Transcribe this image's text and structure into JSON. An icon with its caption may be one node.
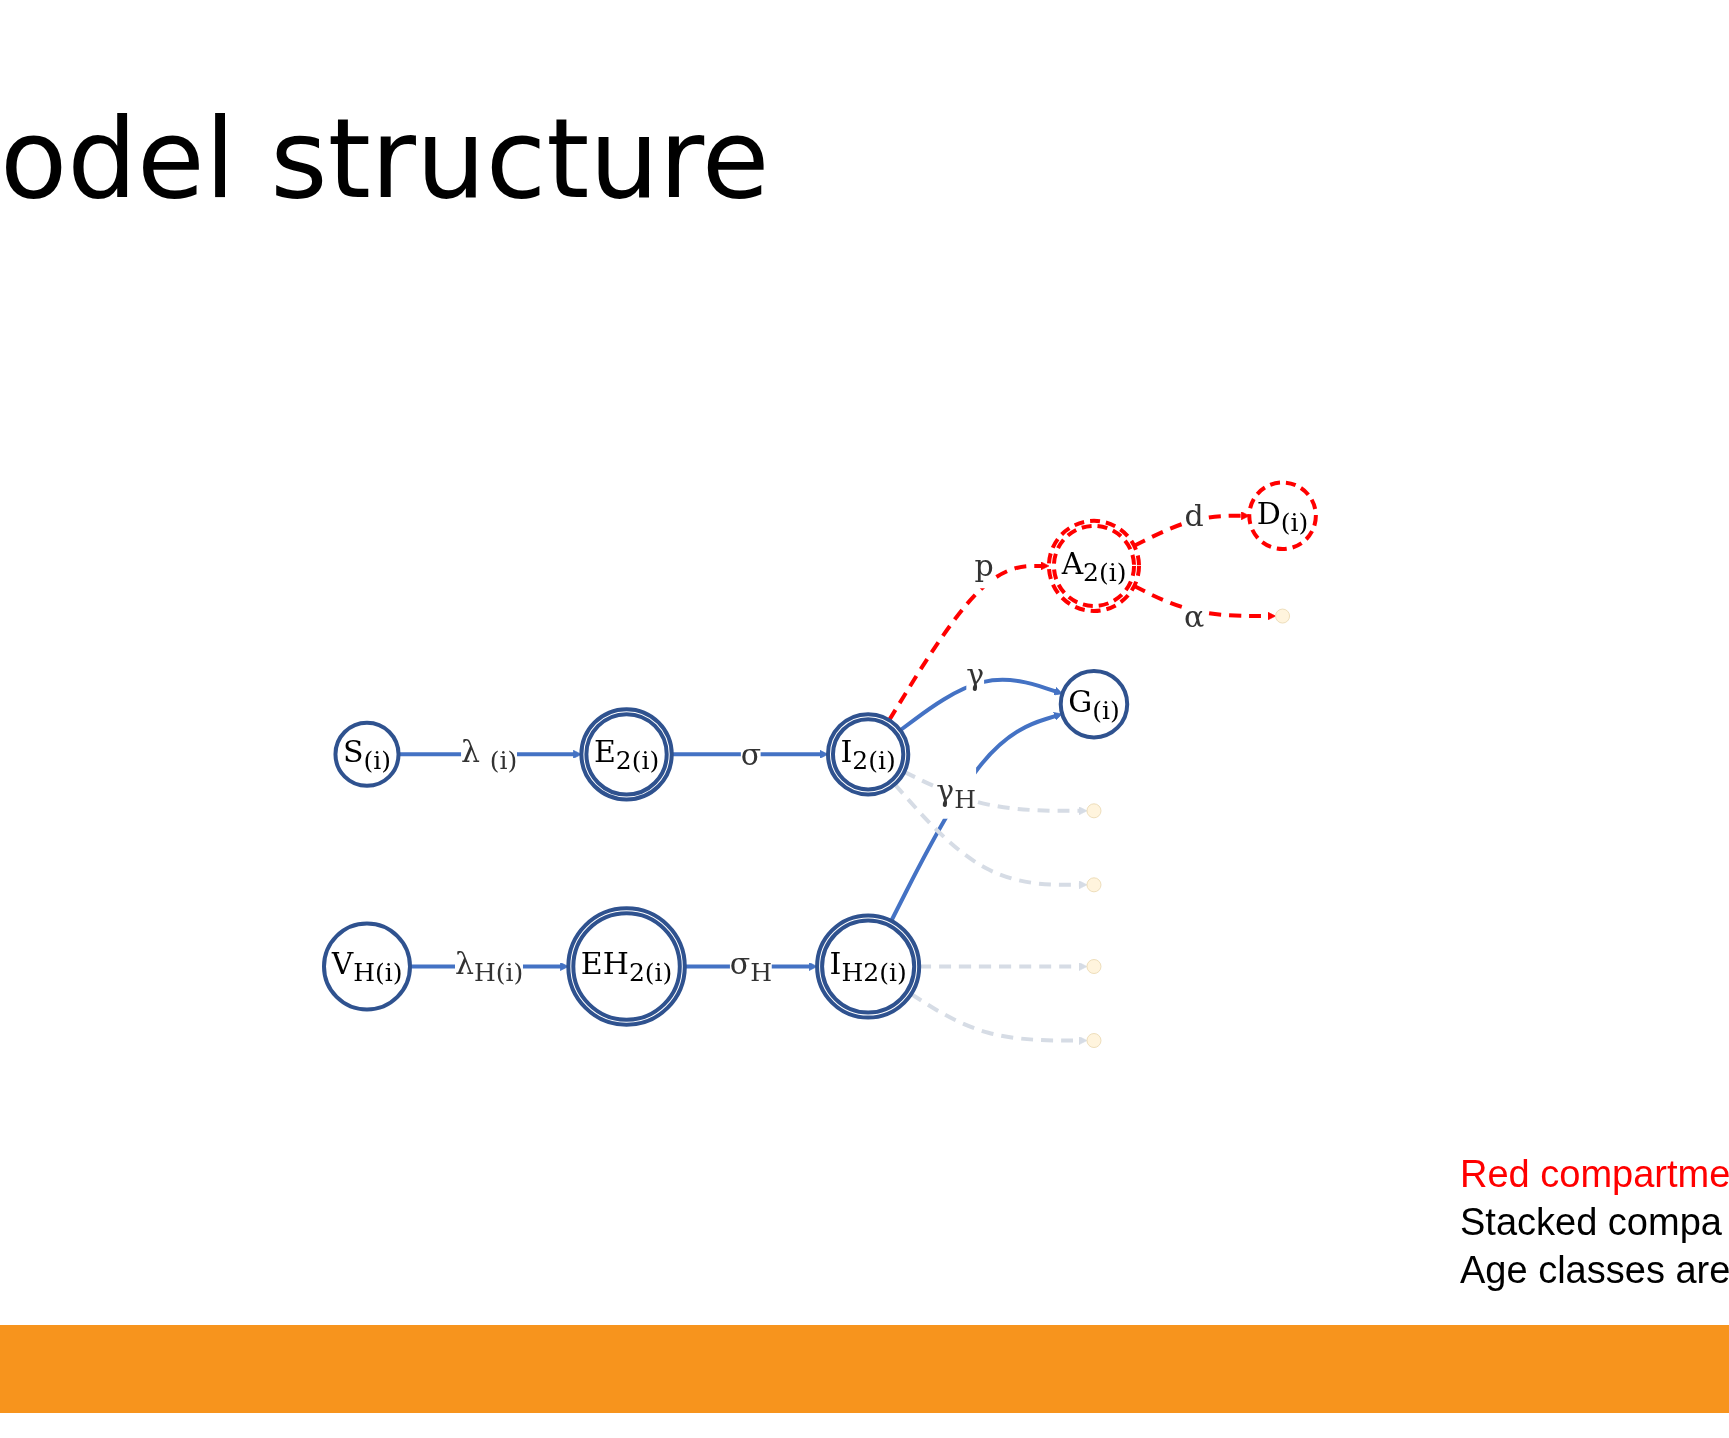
{
  "diagram": {
    "title": "odel structure",
    "nodes": [
      {
        "text": [
          "S$_{(i)}$"
        ]
      },
      {
        "text": [
          "E$_{2(i)}$"
        ]
      },
      {
        "text": [
          "I$_{2(i)}$"
        ]
      },
      {
        "text": [
          "A$_{2(i)}$"
        ]
      },
      {
        "text": [
          "D$_{(i)}$"
        ]
      },
      {
        "text": [
          "G$_{(i)}$"
        ]
      },
      {
        "text": [
          "V$_{H(i)}$"
        ]
      },
      {
        "text": [
          "EH$_{2(i)}$"
        ]
      },
      {
        "text": [
          "I$_{H2(i)}$"
        ]
      }
    ],
    "edges": [
      {
        "from": 0,
        "to": 1,
        "arrow": "to",
        "label": "λ $_{(i)}$"
      },
      {
        "from": 1,
        "to": 2,
        "arrow": "to",
        "label": "σ"
      },
      {
        "from": 2,
        "to": 5,
        "arrow": "to",
        "label": "γ"
      },
      {
        "from": 2,
        "to": 3,
        "arrow": "to",
        "label": "p",
        "style": "dashed",
        "color": "#ff0000"
      },
      {
        "from": 3,
        "to": 4,
        "arrow": "to",
        "label": "d",
        "style": "dashed",
        "color": "#ff0000"
      },
      {
        "from": 3,
        "to": null,
        "arrow": "to",
        "label": "α",
        "style": "dashed",
        "color": "#ff0000"
      },
      {
        "from": 6,
        "to": 7,
        "arrow": "to",
        "label": "λ$_{H(i)}$"
      },
      {
        "from": 7,
        "to": 8,
        "arrow": "to",
        "label": "σ$_{H}$"
      },
      {
        "from": 8,
        "to": 5,
        "arrow": "to",
        "label": "γ$_{H}$"
      },
      {
        "from": 2,
        "to": null,
        "arrow": "to",
        "style": "dashed",
        "color": "#d6dce5"
      },
      {
        "from": 2,
        "to": null,
        "arrow": "to",
        "style": "dashed",
        "color": "#d6dce5"
      },
      {
        "from": 8,
        "to": null,
        "arrow": "to",
        "style": "dashed",
        "color": "#d6dce5"
      },
      {
        "from": 8,
        "to": null,
        "arrow": "to",
        "style": "dashed",
        "color": "#d6dce5"
      }
    ],
    "labels": [
      "Red compartme",
      "Stacked compa",
      "Age classes are"
    ]
  }
}
